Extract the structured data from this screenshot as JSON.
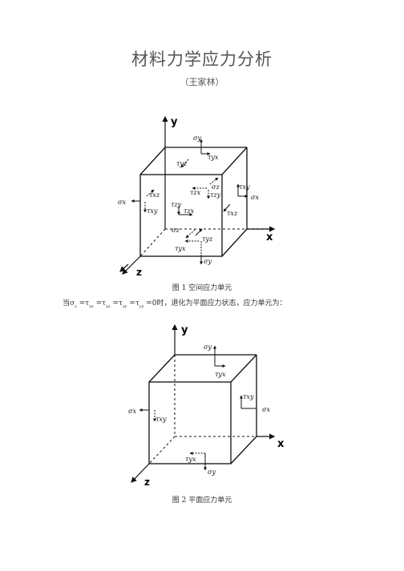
{
  "doc": {
    "title": "材料力学应力分析",
    "author": "（王家林）"
  },
  "fig1": {
    "caption": "图 1  空间应力单元",
    "axis_x": "x",
    "axis_y": "y",
    "axis_z": "z",
    "labels": {
      "sigma_y_top": "σy",
      "tau_yx_top": "τyx",
      "tau_yz_top": "τyz",
      "sigma_z": "σz",
      "tau_zx": "τzx",
      "tau_zy": "τzy",
      "tau_xz_left": "τxz",
      "tau_xy_left": "τxy",
      "sigma_x_left": "σx",
      "tau_xy_right": "τxy",
      "tau_xz_right": "τxz",
      "sigma_x_right": "σx",
      "tau_zy_front": "τzy",
      "tau_zx_front": "τzx",
      "sigma_z_bottom": "σz",
      "tau_yz_bottom": "τyz",
      "tau_yx_bottom": "τyx",
      "sigma_y_bottom": "σy"
    }
  },
  "condition": {
    "prefix": "当",
    "sig": "σ",
    "sub_z": "z",
    "tau": "τ",
    "sub_zx": "zx",
    "sub_xz": "xz",
    "sub_zy": "zy",
    "sub_yz": "yz",
    "eq": "=",
    "zero": "0",
    "suffix": "时，退化为平面应力状态，应力单元为："
  },
  "fig2": {
    "caption": "图 2  平面应力单元",
    "axis_x": "x",
    "axis_y": "y",
    "axis_z": "z",
    "labels": {
      "sigma_y_top": "σy",
      "tau_yx_top": "τyx",
      "tau_xy_right": "τxy",
      "sigma_x_right": "σx",
      "sigma_x_left": "σx",
      "tau_xy_left": "τxy",
      "tau_yx_bottom": "τyx",
      "sigma_y_bottom": "σy"
    }
  }
}
